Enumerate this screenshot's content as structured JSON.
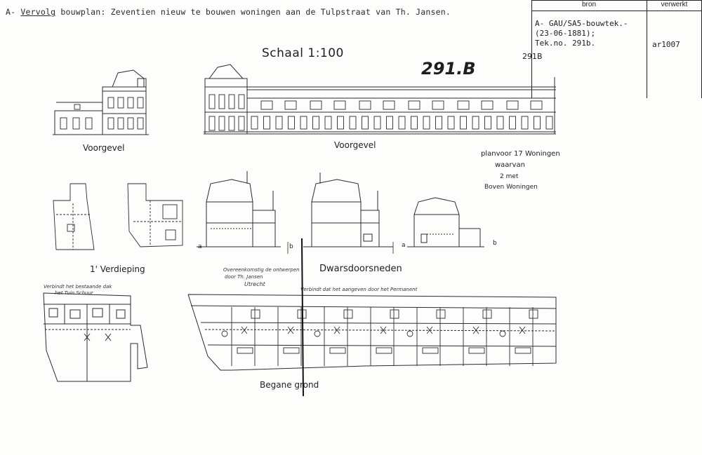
{
  "header": {
    "prefix": "A- ",
    "underlined": "Vervolg",
    "rest": " bouwplan: Zeventien nieuw te bouwen woningen aan de Tulpstraat van Th. Jansen."
  },
  "metadata_table": {
    "col_bron": "bron",
    "col_verwerkt": "verwerkt",
    "bron_line1": "A- GAU/SA5-bouwtek.-",
    "bron_line2": "(23-06-1881);",
    "bron_line3": "Tek.no. 291b.",
    "verwerkt_value": "ar1007"
  },
  "drawing": {
    "scale": "Schaal 1:100",
    "sheet_number": "291.B",
    "corner_number": "291B",
    "label_voorgevel_left": "Voorgevel",
    "label_voorgevel_main": "Voorgevel",
    "plan_line1": "planvoor 17 Woningen",
    "plan_line2": "waarvan",
    "plan_line3": "2 met",
    "plan_line4": "Boven Woningen",
    "label_verdieping": "1' Verdieping",
    "label_dwarsdoorsneden": "Dwarsdoorsneden",
    "label_begane_grond": "Begane grond",
    "sign_line1": "Overeenkomstig de ontwerpen",
    "sign_line2": "door Th. Jansen",
    "sign_line3": "Utrecht",
    "note_verdieping_1": "Verbindt het bestaande dak",
    "note_verdieping_2": "het Tuin Schuur",
    "note_begane_grond": "Verbindt dat het aangeven door het Permanent",
    "section_a": "a",
    "section_b": "b",
    "colors": {
      "ink": "#2b2b2b",
      "paper": "#fdfdfc"
    }
  }
}
